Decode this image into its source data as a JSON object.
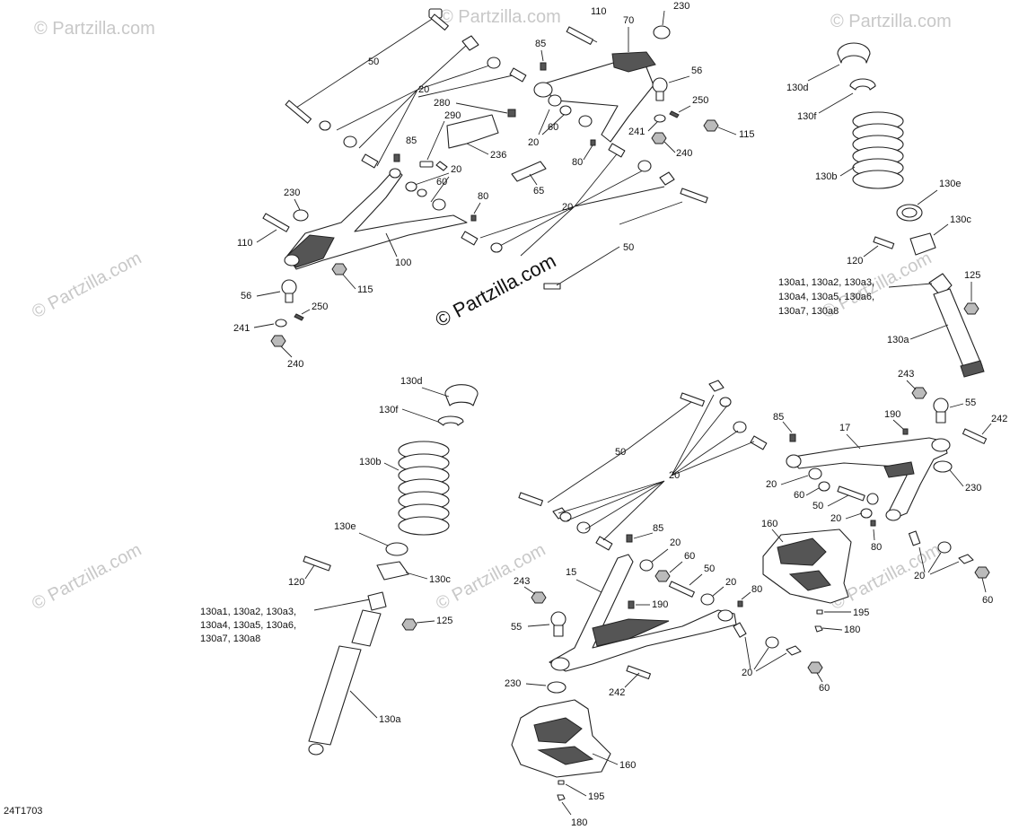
{
  "diagram_code": "24T1703",
  "watermark": "© Partzilla.com",
  "watermark_faint": "© Partzilla.com",
  "labels": {
    "l50a": "50",
    "l20a": "20",
    "l110a": "110",
    "l70": "70",
    "l230a": "230",
    "l85a": "85",
    "l56a": "56",
    "l250a": "250",
    "l280": "280",
    "l290": "290",
    "l20b": "20",
    "l60a": "60",
    "l241a": "241",
    "l115a": "115",
    "l85b": "85",
    "l236": "236",
    "l20c": "20",
    "l80a": "80",
    "l240a": "240",
    "l20d": "20",
    "l60b": "60",
    "l65": "65",
    "l230b": "230",
    "l80b": "80",
    "l110b": "110",
    "l20e": "20",
    "l100": "100",
    "l50b": "50",
    "l115b": "115",
    "l56b": "56",
    "l250b": "250",
    "l241b": "241",
    "l240b": "240",
    "l130d_r": "130d",
    "l130f_r": "130f",
    "l130b_r": "130b",
    "l130e_r": "130e",
    "l130c_r": "130c",
    "l120_r": "120",
    "l125_r": "125",
    "l130a_list_r1": "130a1, 130a2, 130a3,",
    "l130a_list_r2": "130a4, 130a5, 130a6,",
    "l130a_list_r3": "130a7, 130a8",
    "l130a_r": "130a",
    "l243_r": "243",
    "l55_r": "55",
    "l242_r": "242",
    "l190_r": "190",
    "l85_r": "85",
    "l17": "17",
    "l20_r1": "20",
    "l60_r1": "60",
    "l230_r": "230",
    "l50_r": "50",
    "l20_r2": "20",
    "l80_r": "80",
    "l160_r": "160",
    "l20_r3": "20",
    "l60_r2": "60",
    "l130d_l": "130d",
    "l130f_l": "130f",
    "l130b_l": "130b",
    "l130e_l": "130e",
    "l120_l": "120",
    "l130c_l": "130c",
    "l130a_list_l1": "130a1, 130a2, 130a3,",
    "l130a_list_l2": "130a4, 130a5, 130a6,",
    "l130a_list_l3": "130a7, 130a8",
    "l125_l": "125",
    "l130a_l": "130a",
    "l50_bl": "50",
    "l20_bl": "20",
    "l85_bl": "85",
    "l20_bl2": "20",
    "l60_bl": "60",
    "l50_bl2": "50",
    "l20_bl3": "20",
    "l80_bl": "80",
    "l15": "15",
    "l243_bl": "243",
    "l190_bl": "190",
    "l55_bl": "55",
    "l195_bl": "195",
    "l180_bl": "180",
    "l20_bl4": "20",
    "l60_bl2": "60",
    "l230_bl": "230",
    "l242_bl": "242",
    "l160_bl": "160",
    "l195_bl2": "195",
    "l180_bl2": "180"
  }
}
